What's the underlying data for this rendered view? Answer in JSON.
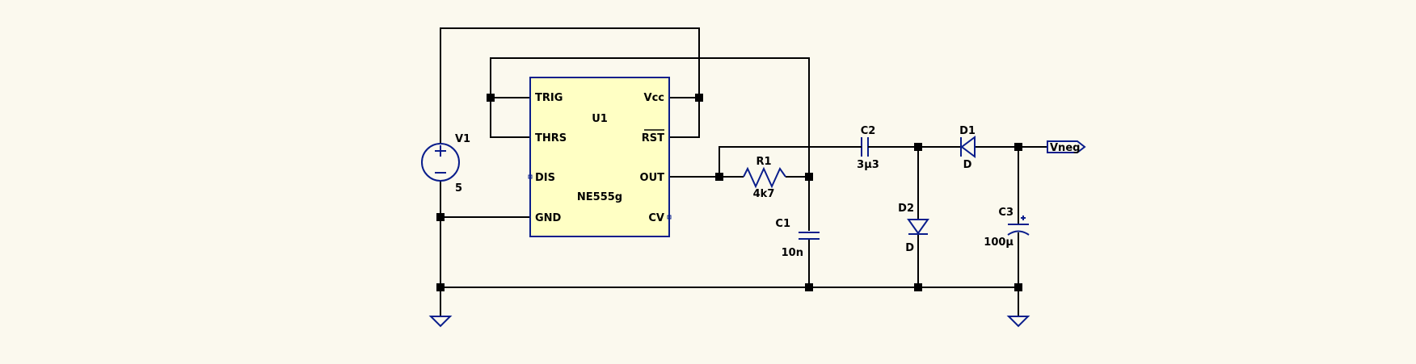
{
  "colors": {
    "background": "#fbf9ee",
    "wire": "#000000",
    "component": "#0a1e8c",
    "ic_fill": "#ffffc4"
  },
  "ic": {
    "ref": "U1",
    "part": "NE555g",
    "pins": {
      "trig": "TRIG",
      "thrs": "THRS",
      "dis": "DIS",
      "gnd": "GND",
      "vcc": "Vcc",
      "rst": "RST",
      "out": "OUT",
      "cv": "CV"
    }
  },
  "v1": {
    "ref": "V1",
    "value": "5"
  },
  "r1": {
    "ref": "R1",
    "value": "4k7"
  },
  "c1": {
    "ref": "C1",
    "value": "10n"
  },
  "c2": {
    "ref": "C2",
    "value": "3µ3"
  },
  "c3": {
    "ref": "C3",
    "value": "100µ"
  },
  "d1": {
    "ref": "D1",
    "value": "D"
  },
  "d2": {
    "ref": "D2",
    "value": "D"
  },
  "net_label": {
    "name": "Vneg"
  },
  "icons": [
    "voltage-source-icon",
    "resistor-icon",
    "capacitor-icon",
    "diode-icon",
    "ground-icon"
  ]
}
